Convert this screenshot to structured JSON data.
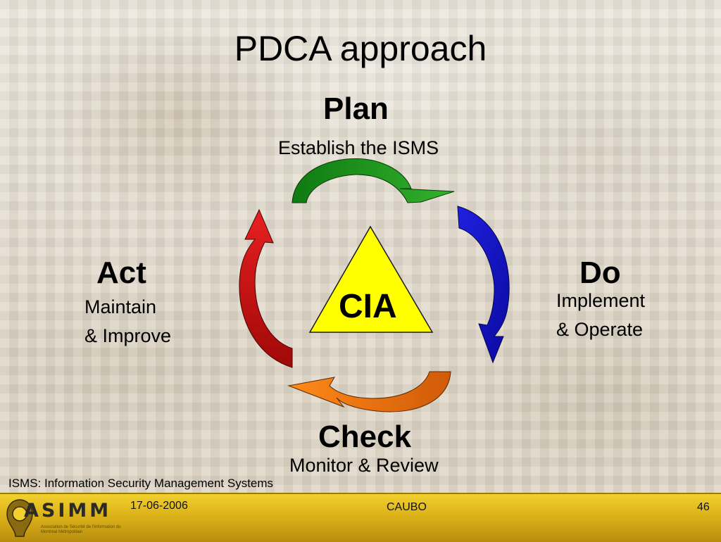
{
  "slide": {
    "title": "PDCA approach",
    "center_label": "CIA",
    "phases": {
      "plan": {
        "name": "Plan",
        "description": "Establish the ISMS"
      },
      "do": {
        "name": "Do",
        "description_lines": [
          "Implement",
          "& Operate"
        ]
      },
      "check": {
        "name": "Check",
        "description": "Monitor & Review"
      },
      "act": {
        "name": "Act",
        "description_lines": [
          "Maintain",
          "& Improve"
        ]
      }
    },
    "footnote": "ISMS: Information Security Management Systems"
  },
  "colors": {
    "plan_arrow": "#1a8a1a",
    "do_arrow": "#1a1ad0",
    "check_arrow": "#f07010",
    "act_arrow": "#d01010",
    "triangle_fill": "#ffff00",
    "footer_bar": "#e0b820"
  },
  "footer": {
    "logo_text": "ASIMM",
    "logo_tagline": "Association de Sécurité de l'Information du Montréal Métropolitain",
    "date": "17-06-2006",
    "center": "CAUBO",
    "page": "46"
  }
}
